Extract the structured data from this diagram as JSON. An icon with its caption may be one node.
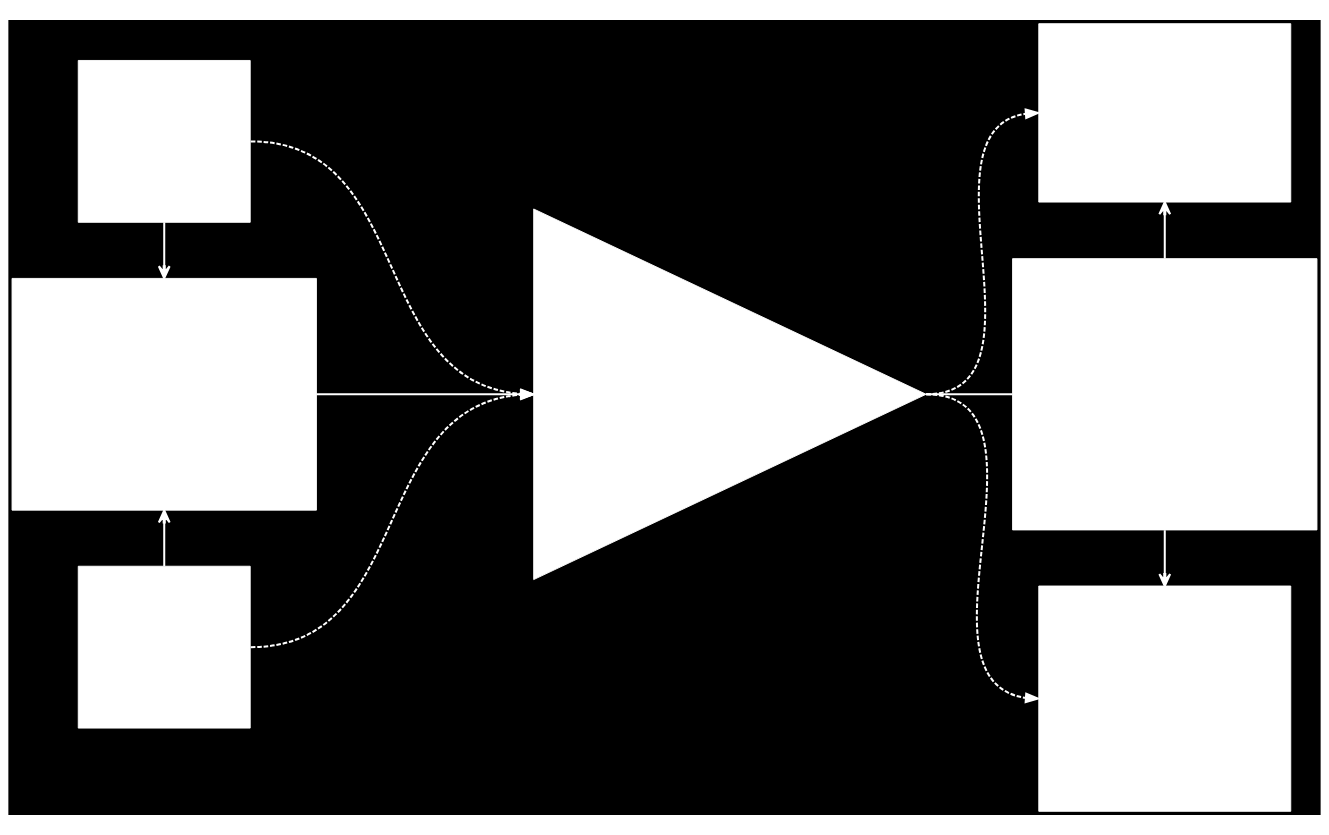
{
  "diagram": {
    "nodes": [
      {
        "text": [],
        "shape": "box"
      },
      {
        "text": [],
        "shape": "box"
      },
      {
        "text": [],
        "shape": "box"
      },
      {
        "text": [],
        "shape": "triangle"
      },
      {
        "text": [],
        "shape": "box"
      },
      {
        "text": [],
        "shape": "box"
      },
      {
        "text": [],
        "shape": "box"
      }
    ],
    "edges": [
      {
        "from": 0,
        "to": 1,
        "arrow": "to"
      },
      {
        "from": 0,
        "to": 3,
        "arrow": "to",
        "style": "dashed"
      },
      {
        "from": 1,
        "to": 3,
        "arrow": "to"
      },
      {
        "from": 2,
        "to": 1,
        "arrow": "to"
      },
      {
        "from": 2,
        "to": 3,
        "arrow": "to",
        "style": "dashed"
      },
      {
        "from": 3,
        "to": 4,
        "arrow": "to",
        "style": "dashed"
      },
      {
        "from": 3,
        "to": 5,
        "arrow": "none"
      },
      {
        "from": 3,
        "to": 6,
        "arrow": "to",
        "style": "dashed"
      },
      {
        "from": 5,
        "to": 4,
        "arrow": "to"
      },
      {
        "from": 5,
        "to": 6,
        "arrow": "to"
      }
    ]
  }
}
